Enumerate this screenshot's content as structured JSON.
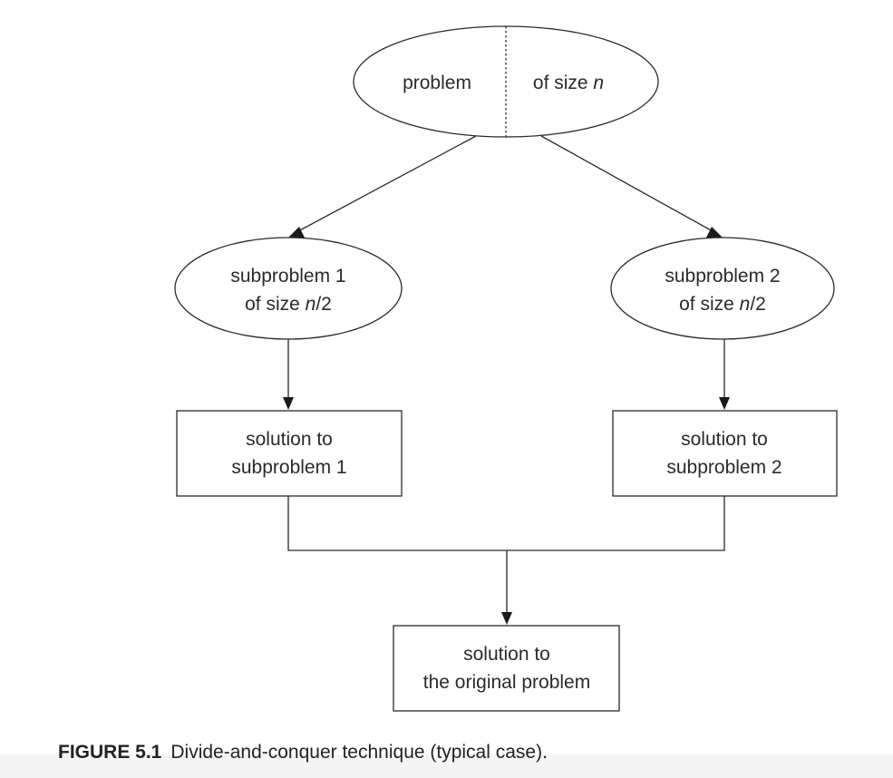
{
  "diagram": {
    "root": {
      "left": "problem",
      "right_prefix": "of size ",
      "right_var": "n"
    },
    "sub1": {
      "line1": "subproblem 1",
      "line2_prefix": "of size ",
      "line2_var": "n",
      "line2_suffix": "/2"
    },
    "sub2": {
      "line1": "subproblem 2",
      "line2_prefix": "of size ",
      "line2_var": "n",
      "line2_suffix": "/2"
    },
    "sol1": {
      "line1": "solution to",
      "line2": "subproblem 1"
    },
    "sol2": {
      "line1": "solution to",
      "line2": "subproblem 2"
    },
    "final": {
      "line1": "solution to",
      "line2": "the original problem"
    }
  },
  "caption": {
    "label": "FIGURE 5.1",
    "text": "Divide-and-conquer technique (typical case)."
  }
}
